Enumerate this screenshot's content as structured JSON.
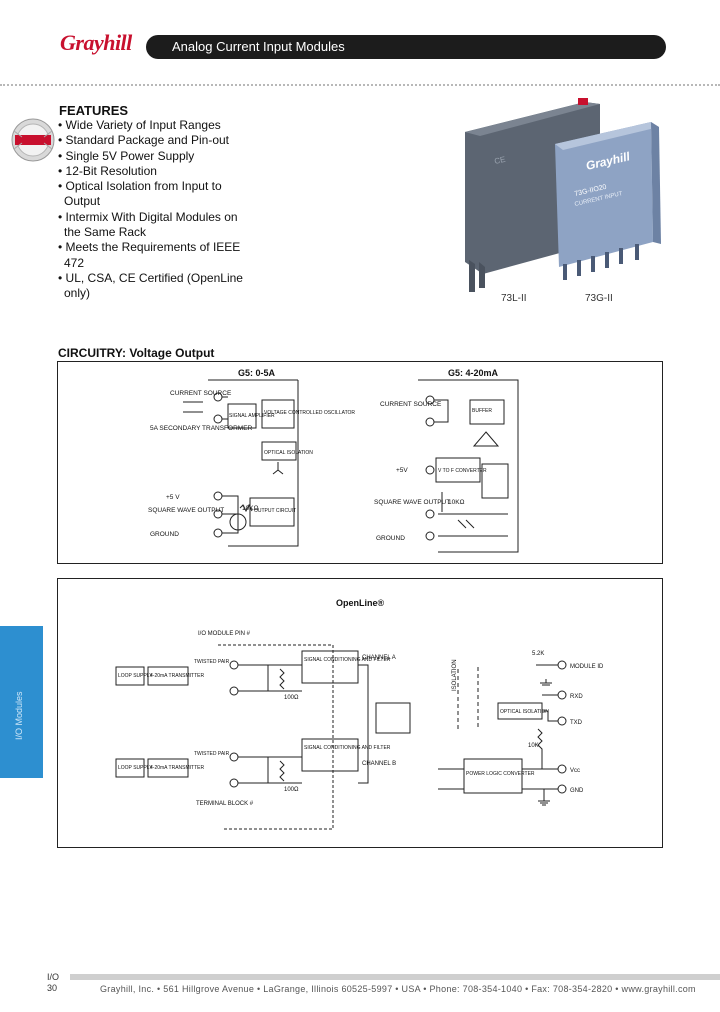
{
  "header": {
    "logo": "Grayhill",
    "title": "Analog Current Input Modules"
  },
  "features": {
    "title": "FEATURES",
    "items": [
      "Wide Variety of Input Ranges",
      "Standard Package and Pin-out",
      "Single 5V Power Supply",
      "12-Bit Resolution",
      "Optical Isolation from Input to Output",
      "Intermix With Digital Modules on the Same Rack",
      "Meets the Requirements of IEEE 472",
      "UL, CSA, CE Certified (OpenLine only)"
    ]
  },
  "product_labels": {
    "left": "73L-II",
    "right": "73G-II",
    "module_face": "Grayhill",
    "module_text": "73G-IIO20",
    "module_sub": "CURRENT INPUT"
  },
  "circuitry": {
    "title": "CIRCUITRY: Voltage Output",
    "diagram1": {
      "title": "G5: 0-5A",
      "labels": {
        "current_source": "CURRENT SOURCE",
        "secondary": "5A SECONDARY TRANSFORMER",
        "amp": "SIGNAL AMPLIFIER",
        "vco": "VOLTAGE CONTROLLED OSCILLATOR",
        "optical": "OPTICAL ISOLATION",
        "plus5v": "+5 V",
        "square_wave": "SQUARE WAVE OUTPUT",
        "ground": "GROUND",
        "res": "10KΩ",
        "output_circuit": "OUTPUT CIRCUIT"
      }
    },
    "diagram2": {
      "title": "G5: 4-20mA",
      "labels": {
        "current_source": "CURRENT SOURCE",
        "buffer": "BUFFER",
        "plus5v": "+5V",
        "vto_f": "V TO F CONVERTER",
        "square_wave": "SQUARE WAVE OUTPUT",
        "ground": "GROUND",
        "res": "10KΩ"
      }
    },
    "openline": {
      "title": "OpenLine®",
      "labels": {
        "io_pin": "I/O MODULE PIN #",
        "loop_supply": "LOOP SUPPLY",
        "transmitter": "4-20mA TRANSMITTER",
        "twisted_pair": "TWISTED PAIR",
        "sig_cond": "SIGNAL CONDITIONING AND FILTER",
        "channel_a": "CHANNEL A",
        "channel_b": "CHANNEL B",
        "res_100": "100Ω",
        "terminal_block": "TERMINAL BLOCK #",
        "isolation": "ISOLATION",
        "optical_isolation": "OPTICAL ISOLATION",
        "module_id": "MODULE ID",
        "rxd": "RXD",
        "txd": "TXD",
        "vcc": "Vcc",
        "gnd": "GND",
        "converter": "POWER LOGIC CONVERTER",
        "res_52k": "5.2K",
        "res_10k": "10K"
      }
    }
  },
  "side_tab": "I/O Modules",
  "footer": {
    "section": "I/O",
    "page": "30",
    "text": "Grayhill, Inc. • 561 Hillgrove Avenue • LaGrange, Illinois 60525-5997 • USA • Phone: 708-354-1040 • Fax: 708-354-2820 • www.grayhill.com"
  },
  "colors": {
    "accent_red": "#c8102e",
    "header_bar": "#1c1c1c",
    "side_tab": "#2d8fd0",
    "module_blue": "#8ea3c4",
    "module_gray": "#5c6572"
  }
}
